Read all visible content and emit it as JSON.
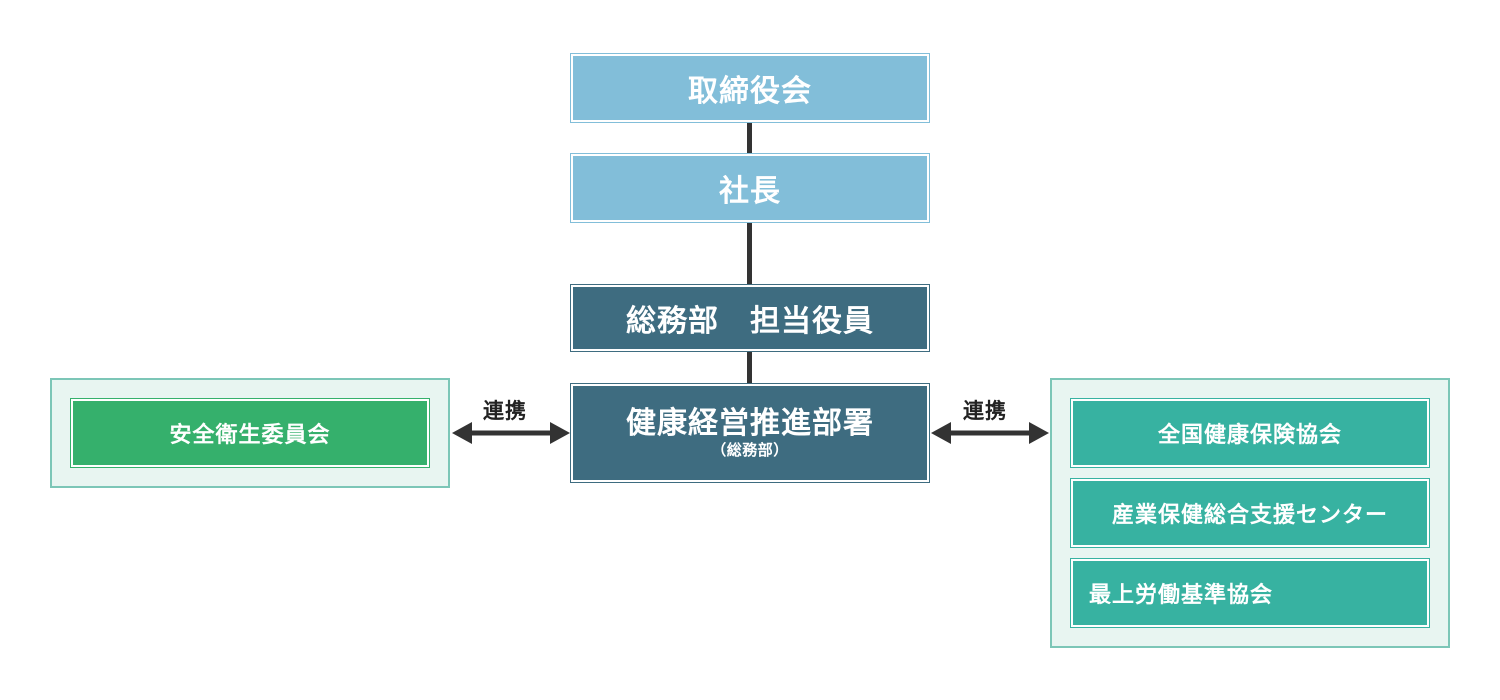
{
  "diagram": {
    "nodes": {
      "board": "取締役会",
      "president": "社長",
      "officer": "総務部　担当役員",
      "promotion_title": "健康経営推進部署",
      "promotion_sub": "（総務部）",
      "committee": "安全衛生委員会",
      "partners": [
        "全国健康保険協会",
        "産業保健総合支援センター",
        "最上労働基準協会"
      ]
    },
    "links": {
      "left_label": "連携",
      "right_label": "連携"
    },
    "colors": {
      "light_blue": "#82bed9",
      "dark_blue": "#3e6c80",
      "green": "#35b06c",
      "teal": "#37b2a1",
      "panel_bg": "#e8f5f1",
      "panel_border": "#7cc6b7",
      "connector": "#333333"
    }
  }
}
